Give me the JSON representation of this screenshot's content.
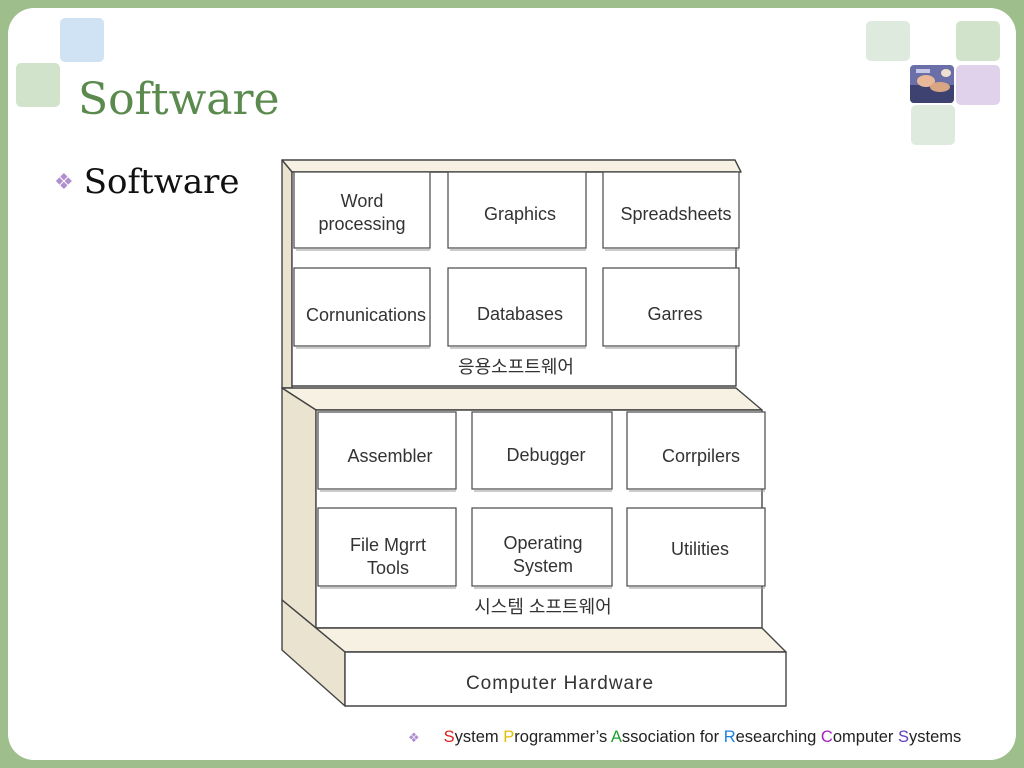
{
  "title": "Software",
  "bullet": {
    "text": "Software"
  },
  "diagram": {
    "application": {
      "row1": [
        "Word processing",
        "Graphics",
        "Spreadsheets"
      ],
      "row2": [
        "Cornunications",
        "Databases",
        "Garres"
      ],
      "label": "응용소프트웨어"
    },
    "system": {
      "row1": [
        "Assembler",
        "Debugger",
        "Corrpilers"
      ],
      "row2": [
        "File Mgrrt Tools",
        "Operating System",
        "Utilities"
      ],
      "label": "시스템 소프트웨어"
    },
    "hardware": {
      "label": "Computer Hardware"
    }
  },
  "footer": {
    "parts": [
      {
        "initial": "S",
        "rest": "ystem ",
        "color": "#e02020"
      },
      {
        "initial": "P",
        "rest": "rogrammer’s ",
        "color": "#e0c000"
      },
      {
        "initial": "A",
        "rest": "ssociation for ",
        "color": "#20a030"
      },
      {
        "initial": "R",
        "rest": "esearching ",
        "color": "#2080e0"
      },
      {
        "initial": "C",
        "rest": "omputer ",
        "color": "#a020c0"
      },
      {
        "initial": "S",
        "rest": "ystems",
        "color": "#6040c0"
      }
    ]
  },
  "colors": {
    "title": "#5a8a4e",
    "frame": "#9ebe8c",
    "bullet_icon": "#b08fd0"
  },
  "icons": {
    "bullet": "diamond-cluster-icon"
  }
}
